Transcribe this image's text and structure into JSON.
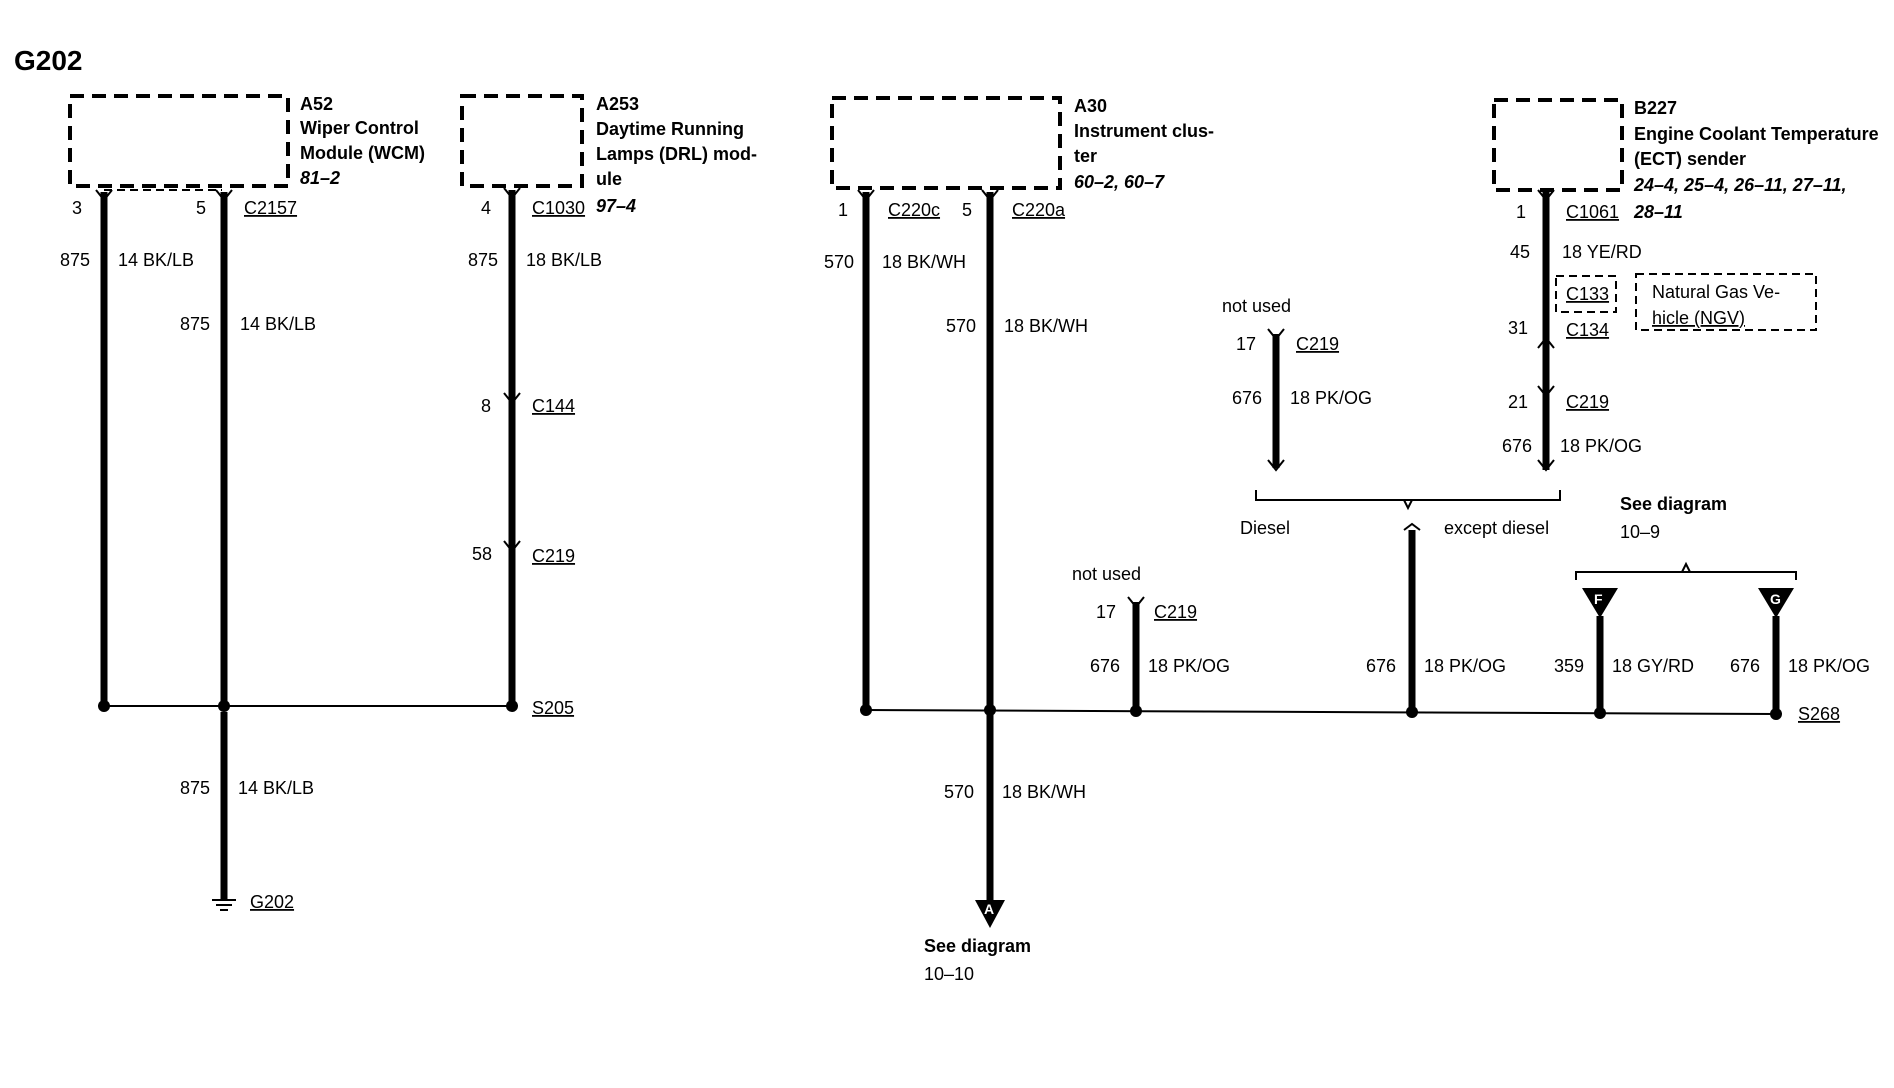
{
  "title": "G202",
  "components": {
    "a52": {
      "id": "A52",
      "line1": "Wiper Control",
      "line2": "Module (WCM)",
      "ref": "81–2"
    },
    "a253": {
      "id": "A253",
      "line1": "Daytime Running",
      "line2": "Lamps (DRL) mod-",
      "line3": "ule",
      "ref": "97–4"
    },
    "a30": {
      "id": "A30",
      "line1": "Instrument clus-",
      "line2": "ter",
      "ref": "60–2, 60–7"
    },
    "b227": {
      "id": "B227",
      "line1": "Engine Coolant Temperature",
      "line2": "(ECT) sender",
      "ref1": "24–4, 25–4, 26–11, 27–11,",
      "ref2": "28–11"
    },
    "ngv": {
      "line1": "Natural Gas Ve-",
      "line2": "hicle (NGV)"
    }
  },
  "connectors": {
    "c2157": "C2157",
    "c1030": "C1030",
    "c144": "C144",
    "c219": "C219",
    "c220c": "C220c",
    "c220a": "C220a",
    "c1061": "C1061",
    "c133": "C133",
    "c134": "C134"
  },
  "pins": {
    "p3": "3",
    "p5": "5",
    "p4": "4",
    "p8": "8",
    "p58": "58",
    "p1": "1",
    "p17": "17",
    "p45": "45",
    "p31": "31",
    "p21": "21"
  },
  "circuits": {
    "c875": "875",
    "c570": "570",
    "c676": "676",
    "c359": "359",
    "bklb14": "14 BK/LB",
    "bklb18": "18 BK/LB",
    "bkwh18": "18 BK/WH",
    "pkog18": "18 PK/OG",
    "yerd18": "18 YE/RD",
    "gyrd18": "18 GY/RD"
  },
  "splices": {
    "s205": "S205",
    "s268": "S268"
  },
  "ground": "G202",
  "labels": {
    "not_used": "not used",
    "diesel": "Diesel",
    "except_diesel": "except diesel",
    "see_diagram": "See diagram",
    "diag_10_10": "10–10",
    "diag_10_9": "10–9",
    "arrow_a": "A",
    "arrow_f": "F",
    "arrow_g": "G"
  }
}
